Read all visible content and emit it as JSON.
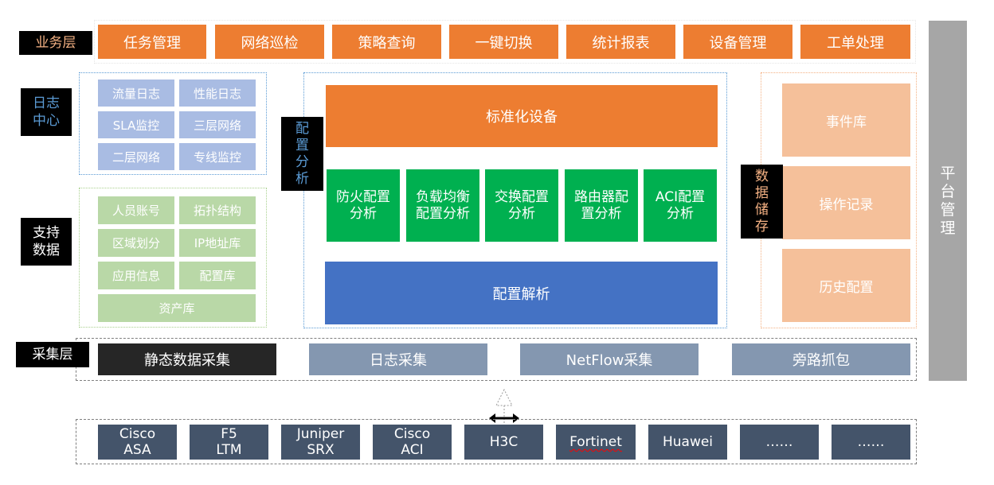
{
  "business_layer": {
    "label": "业务层",
    "items": [
      "任务管理",
      "网络巡检",
      "策略查询",
      "一键切换",
      "统计报表",
      "设备管理",
      "工单处理"
    ]
  },
  "log_center": {
    "label": "日志\n中心",
    "items": [
      "流量日志",
      "性能日志",
      "SLA监控",
      "三层网络",
      "二层网络",
      "专线监控"
    ]
  },
  "support_data": {
    "label": "支持\n数据",
    "items": [
      "人员账号",
      "拓扑结构",
      "区域划分",
      "IP地址库",
      "应用信息",
      "配置库"
    ],
    "wide_item": "资产库"
  },
  "config_analysis": {
    "label": "配\n置\n分\n析",
    "standard": "标准化设备",
    "modules": [
      "防火配置\n分析",
      "负载均衡\n配置分析",
      "交换配置\n分析",
      "路由器配\n置分析",
      "ACI配置\n分析"
    ],
    "parse": "配置解析"
  },
  "data_storage": {
    "label": "数\n据\n储\n存",
    "items": [
      "事件库",
      "操作记录",
      "历史配置"
    ]
  },
  "platform": {
    "label": "平\n台\n管\n理"
  },
  "collection_layer": {
    "label": "采集层",
    "items": [
      "静态数据采集",
      "日志采集",
      "NetFlow采集",
      "旁路抓包"
    ]
  },
  "devices": [
    "Cisco\nASA",
    "F5\nLTM",
    "Juniper\nSRX",
    "Cisco\nACI",
    "H3C",
    "Fortinet",
    "Huawei",
    "……",
    "……"
  ],
  "colors": {
    "orange": "#ED7D31",
    "blue_light": "#A9BCE3",
    "green_light": "#B9D8A7",
    "green": "#00B050",
    "blue": "#4472C4",
    "peach": "#F5C09A",
    "gray_blue": "#8497B0",
    "dark_gray": "#262626",
    "device": "#44546A",
    "platform": "#A6A6A6"
  }
}
